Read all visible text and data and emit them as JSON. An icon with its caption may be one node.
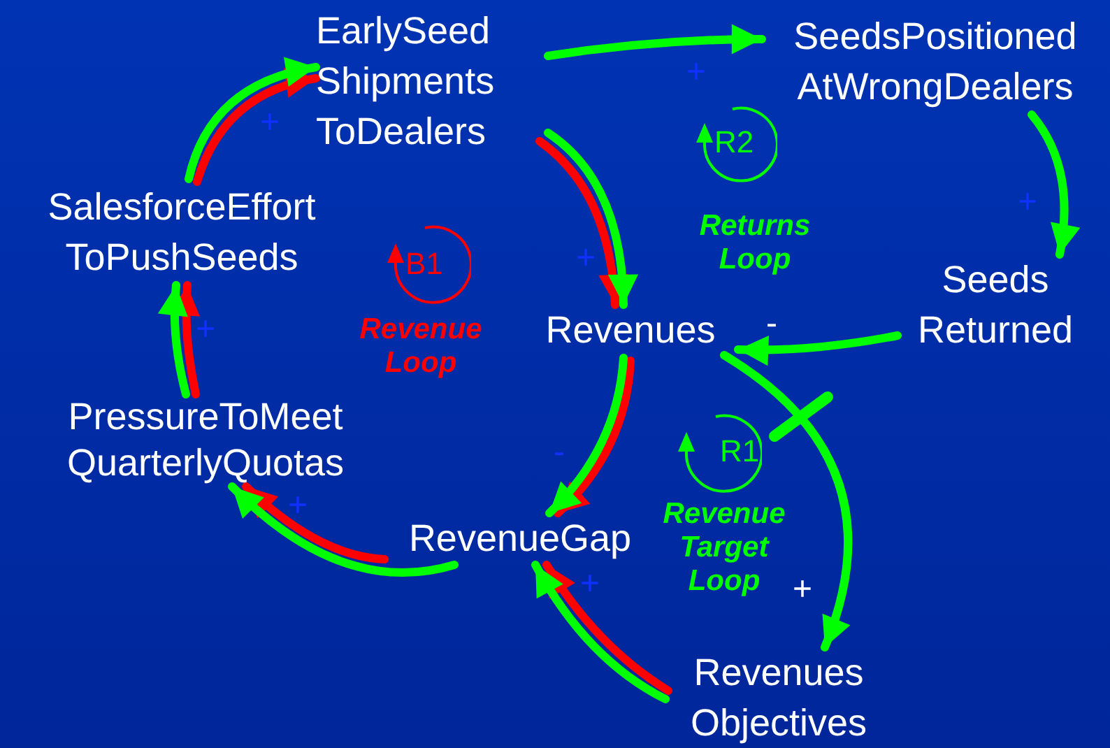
{
  "diagram": {
    "nodes": [
      {
        "text": [
          "EarlySeed Shipments ToDealers"
        ]
      },
      {
        "text": [
          "SeedsPositioned AtWrongDealers"
        ]
      },
      {
        "text": [
          "Seeds Returned"
        ]
      },
      {
        "text": [
          "Revenues"
        ]
      },
      {
        "text": [
          "SalesforceEffort ToPushSeeds"
        ]
      },
      {
        "text": [
          "PressureToMeet QuarterlyQuotas"
        ]
      },
      {
        "text": [
          "RevenueGap"
        ]
      },
      {
        "text": [
          "Revenues Objectives"
        ]
      }
    ],
    "edges": [
      {
        "from": 4,
        "to": 0,
        "arrow": "to"
      },
      {
        "from": 4,
        "to": 0,
        "arrow": "to",
        "color": "#ff0000"
      },
      {
        "from": 0,
        "to": 1,
        "arrow": "to"
      },
      {
        "from": 1,
        "to": 2,
        "arrow": "to"
      },
      {
        "from": 2,
        "to": 3,
        "arrow": "to"
      },
      {
        "from": 0,
        "to": 3,
        "arrow": "to"
      },
      {
        "from": 0,
        "to": 3,
        "arrow": "to",
        "color": "#ff0000"
      },
      {
        "from": 3,
        "to": 6,
        "arrow": "to"
      },
      {
        "from": 3,
        "to": 6,
        "arrow": "to",
        "color": "#ff0000"
      },
      {
        "from": 6,
        "to": 5,
        "arrow": "to"
      },
      {
        "from": 6,
        "to": 5,
        "arrow": "to",
        "color": "#ff0000"
      },
      {
        "from": 5,
        "to": 4,
        "arrow": "to"
      },
      {
        "from": 5,
        "to": 4,
        "arrow": "to",
        "color": "#ff0000"
      },
      {
        "from": 3,
        "to": 7,
        "arrow": "to"
      },
      {
        "from": 7,
        "to": 6,
        "arrow": "to"
      },
      {
        "from": 7,
        "to": 6,
        "arrow": "to",
        "color": "#ff0000"
      }
    ],
    "labels": [
      "+",
      "+",
      "+",
      "-",
      "+",
      "+",
      "-",
      "+",
      "+",
      "+",
      "B1",
      "Revenue Loop",
      "R2",
      "Returns Loop",
      "R1",
      "Revenue Target Loop"
    ]
  }
}
